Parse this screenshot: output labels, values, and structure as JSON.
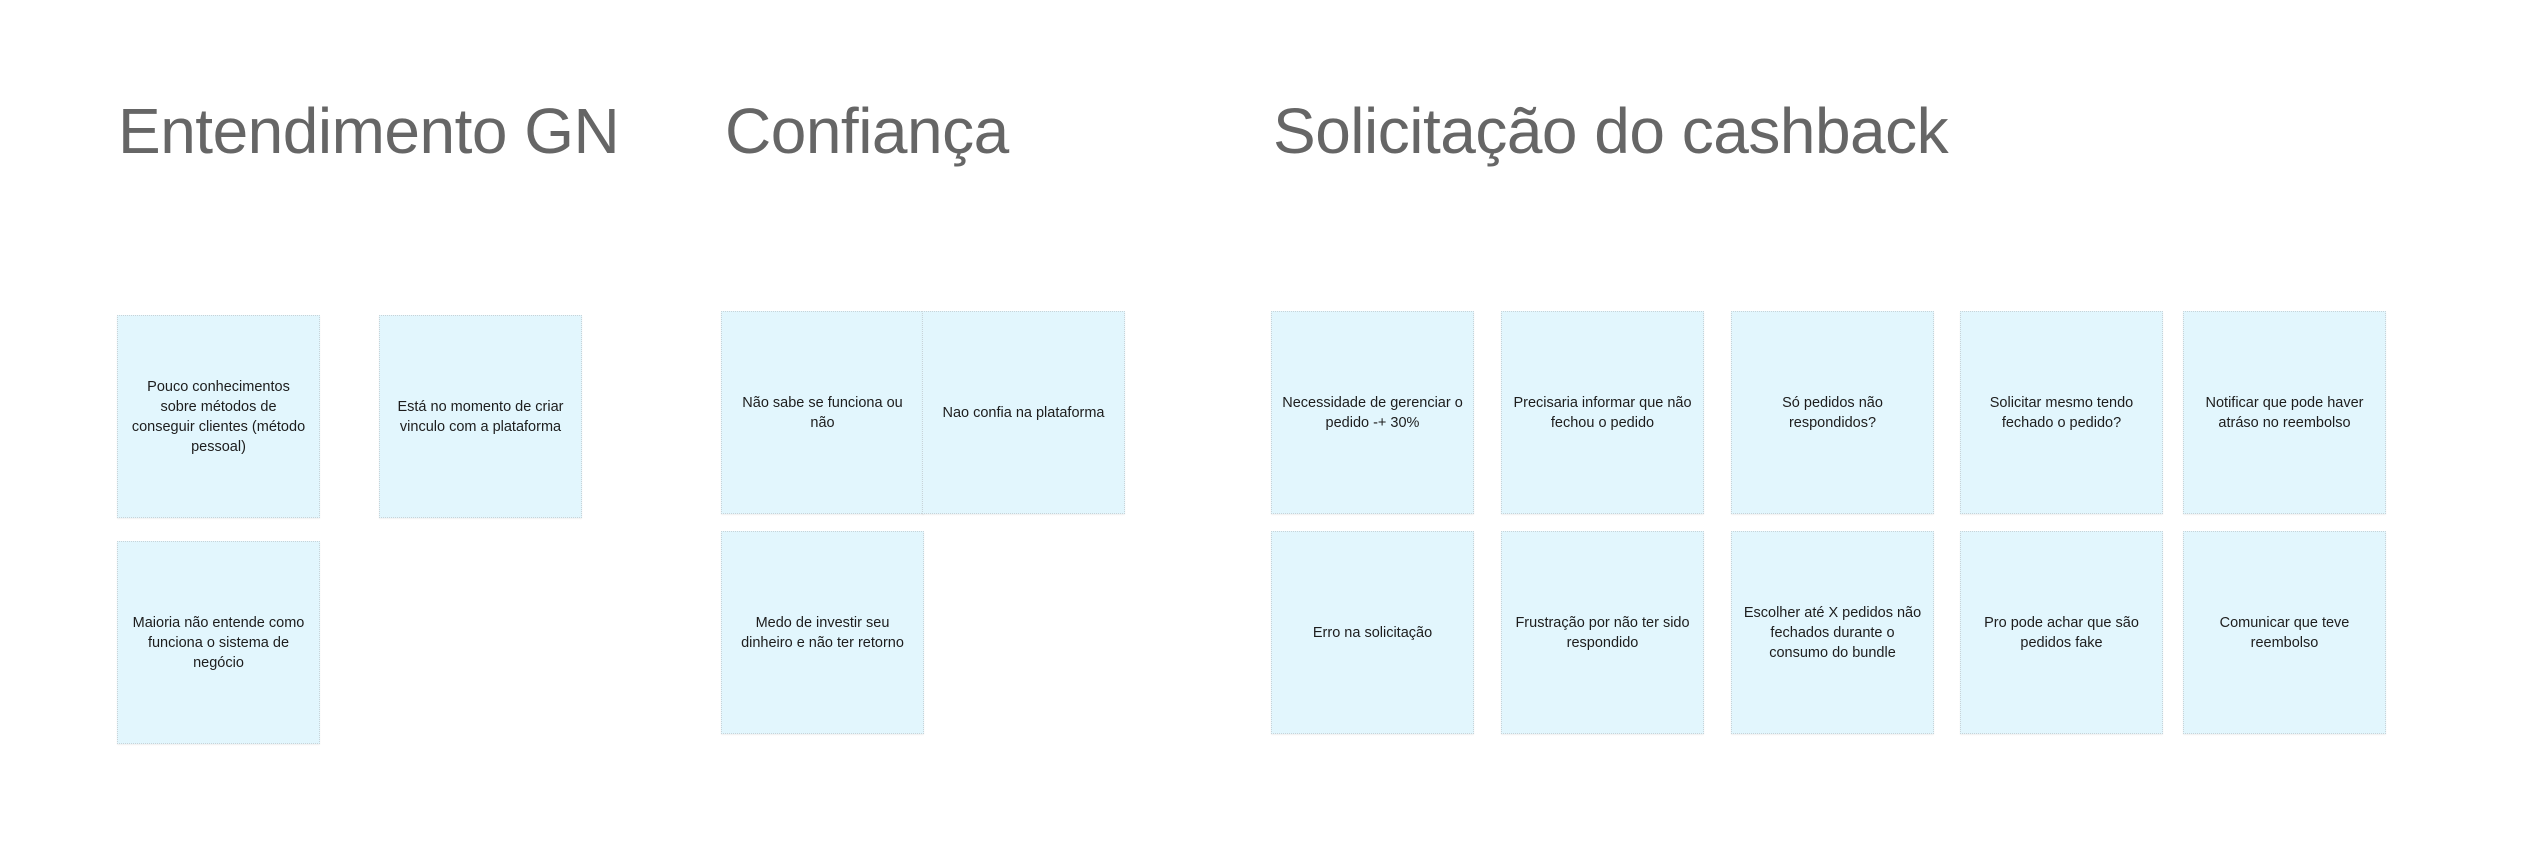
{
  "board": {
    "sections": [
      {
        "title": "Entendimento GN",
        "notes": [
          "Pouco conhecimentos sobre métodos de conseguir clientes (método pessoal)",
          "Está no momento de criar vinculo com a plataforma",
          "Maioria não entende como funciona o sistema de negócio"
        ]
      },
      {
        "title": "Confiança",
        "notes": [
          "Não sabe se funciona ou não",
          "Nao confia na plataforma",
          "Medo de investir seu dinheiro e não ter retorno"
        ]
      },
      {
        "title": "Solicitação do cashback",
        "notes": [
          "Necessidade de gerenciar o pedido -+ 30%",
          "Precisaria informar que não fechou o pedido",
          "Só pedidos não respondidos?",
          "Solicitar mesmo tendo fechado o pedido?",
          "Notificar que pode haver atráso no reembolso",
          "Erro na solicitação",
          "Frustração por não ter sido respondido",
          "Escolher até X pedidos não fechados durante o consumo do bundle",
          "Pro pode achar que são pedidos fake",
          "Comunicar que teve reembolso"
        ]
      }
    ],
    "colors": {
      "note_background": "#e2f6fd",
      "heading_text": "#666666",
      "note_text": "#1d1d1d"
    }
  }
}
